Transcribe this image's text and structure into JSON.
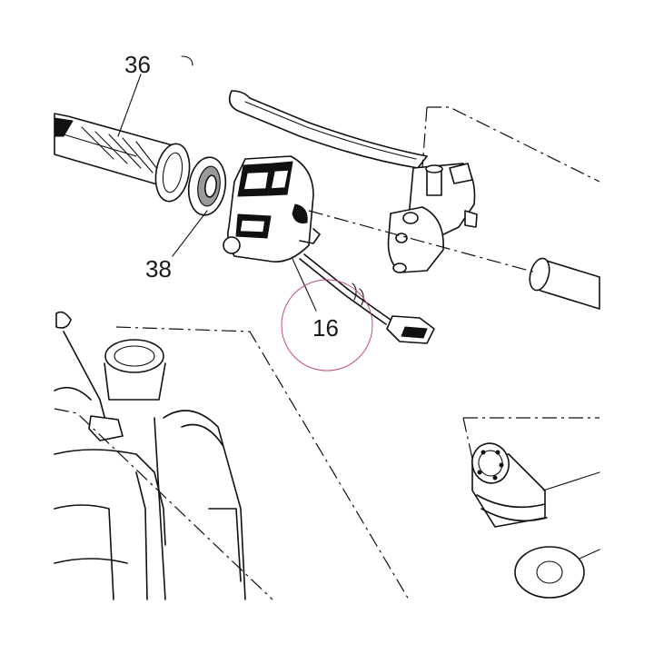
{
  "callouts": [
    {
      "id": "36",
      "text": "36"
    },
    {
      "id": "38",
      "text": "38"
    },
    {
      "id": "16",
      "text": "16"
    }
  ],
  "colors": {
    "line": "#111111",
    "highlight_circle": "#c0506a",
    "background": "#ffffff"
  },
  "highlighted_callout": "16"
}
